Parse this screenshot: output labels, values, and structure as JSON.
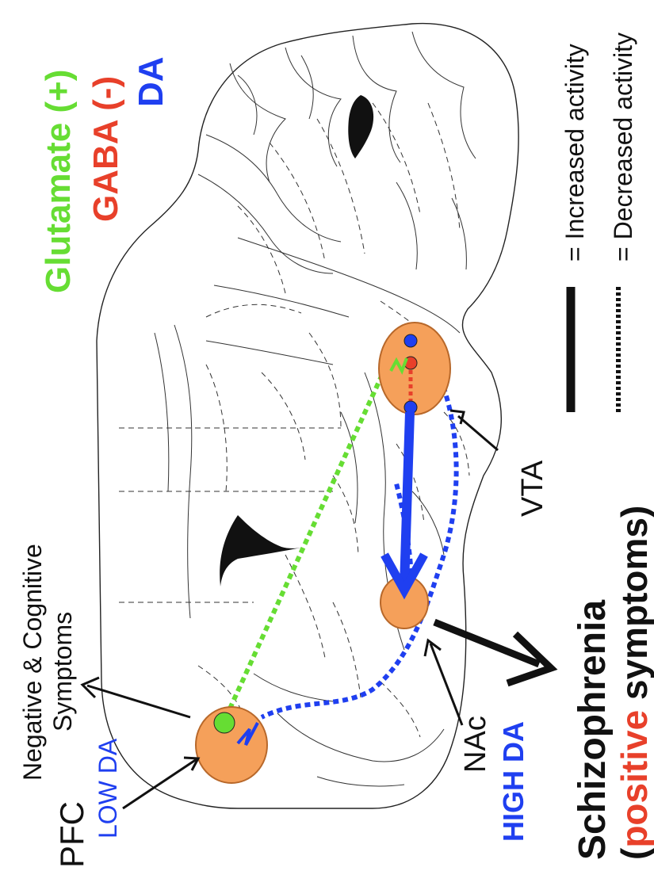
{
  "legend": {
    "glutamate": "Glutamate (+)",
    "gaba": "GABA (-)",
    "da": "DA",
    "increased": "= Increased activity",
    "decreased": "= Decreased activity"
  },
  "regions": {
    "pfc_name": "PFC",
    "pfc_level": "LOW DA",
    "nac_name": "NAc",
    "nac_level": "HIGH DA",
    "vta_name": "VTA"
  },
  "annotations": {
    "negative_line1": "Negative & Cognitive",
    "negative_line2": "Symptoms",
    "schizo_title": "Schizophrenia",
    "schizo_open": "(",
    "schizo_positive": "positive",
    "schizo_rest": " symptoms)"
  },
  "colors": {
    "glutamate": "#66dd33",
    "gaba": "#e8402a",
    "da": "#1f3ff0",
    "region_fill": "#f5a05a",
    "text": "#111111"
  }
}
